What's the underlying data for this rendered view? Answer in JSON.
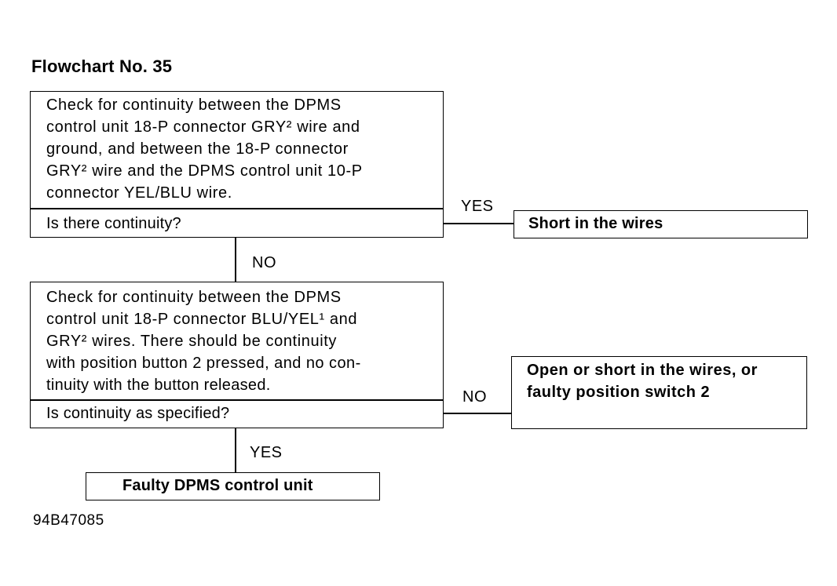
{
  "title": "Flowchart No. 35",
  "step1": {
    "lines": [
      "Check for continuity between the DPMS",
      "control unit 18-P connector GRY² wire and",
      "ground, and between the 18-P connector",
      "GRY² wire and the DPMS control unit 10-P",
      "connector YEL/BLU wire."
    ],
    "question": "Is there continuity?"
  },
  "step1_yes_label": "YES",
  "result_short": "Short in the wires",
  "step1_no_label": "NO",
  "step2": {
    "lines": [
      "Check for continuity between the DPMS",
      "control unit 18-P connector BLU/YEL¹ and",
      "GRY² wires. There should be continuity",
      "with position button 2 pressed, and no con-",
      "tinuity with the button released."
    ],
    "question": "Is continuity as specified?"
  },
  "step2_no_label": "NO",
  "result_open": {
    "lines": [
      "Open or short in the wires, or",
      "faulty position switch 2"
    ]
  },
  "step2_yes_label": "YES",
  "result_faulty": "Faulty DPMS control unit",
  "figure_id": "94B47085"
}
